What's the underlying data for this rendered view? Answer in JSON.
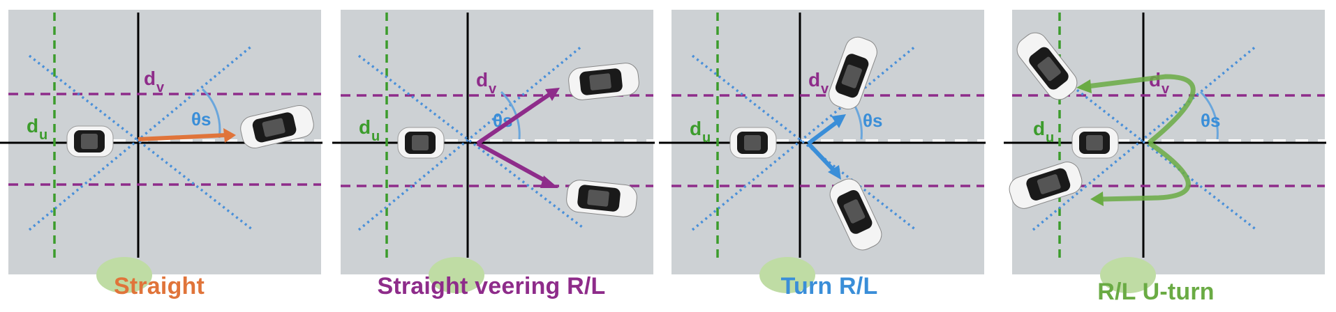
{
  "colors": {
    "road": "#cdd1d4",
    "axis": "#000000",
    "dv_line": "#8e2c8a",
    "du_line": "#3c9c2c",
    "cone_line": "#4a90d9",
    "theta_arc": "#6aa6dc",
    "car_body": "#f4f4f4",
    "car_roof": "#1a1a1a",
    "straight": "#e0743a",
    "veering": "#8e2c8a",
    "turn": "#3a8ed8",
    "uturn": "#6aab44"
  },
  "labels": {
    "dv": "d",
    "dv_sub": "v",
    "du": "d",
    "du_sub": "u",
    "theta": "θs"
  },
  "panels": [
    {
      "caption": "Straight",
      "caption_color": "#e0743a",
      "maneuver": "straight"
    },
    {
      "caption": "Straight veering R/L",
      "caption_color": "#8e2c8a",
      "maneuver": "veering"
    },
    {
      "caption": "Turn R/L",
      "caption_color": "#3a8ed8",
      "maneuver": "turn"
    },
    {
      "caption": "R/L U-turn",
      "caption_color": "#6aab44",
      "maneuver": "uturn"
    }
  ]
}
